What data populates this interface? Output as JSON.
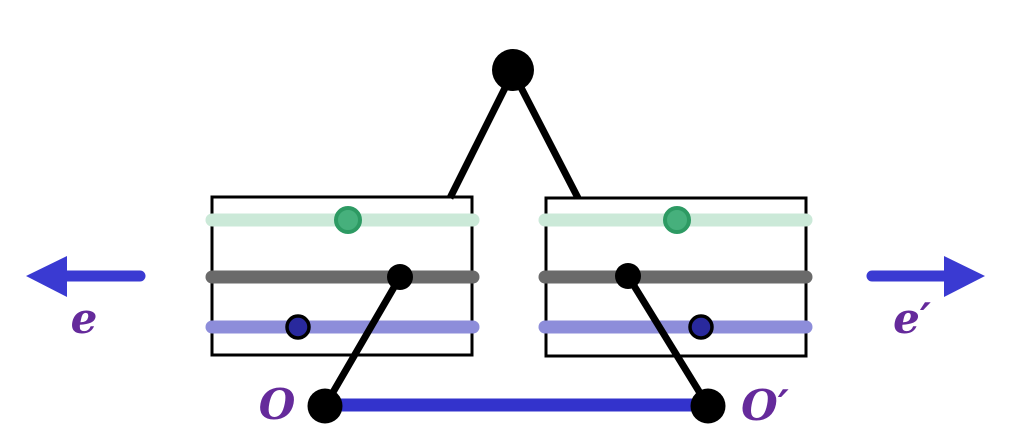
{
  "labels": {
    "left_axis": "e",
    "right_axis": "e′",
    "left_origin": "O",
    "right_origin": "O′"
  },
  "colors": {
    "black": "#000000",
    "panel_fill": "#ffffff",
    "mint_band": "#cbe9d8",
    "gray_band": "#6a6a6a",
    "lavender_band": "#8d8dda",
    "green_dot_fill": "#46b07c",
    "green_dot_stroke": "#2d9a63",
    "navy_dot_fill": "#29299d",
    "arrow_blue": "#3a3ad2",
    "baseline_blue": "#3333cc",
    "label_purple": "#652a9b"
  }
}
